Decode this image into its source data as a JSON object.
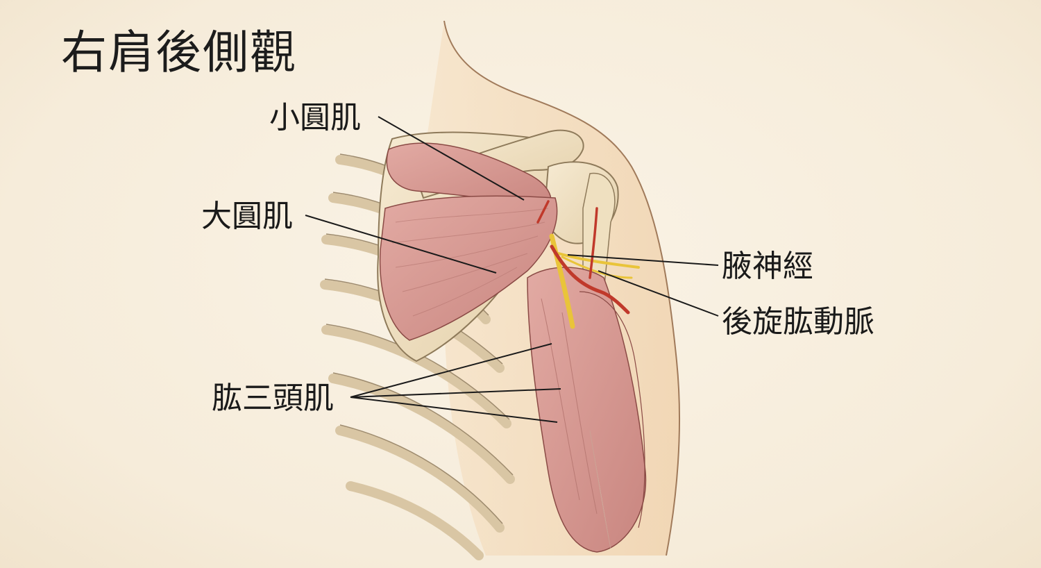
{
  "title": "右肩後側觀",
  "labels": {
    "teres_minor": "小圓肌",
    "teres_major": "大圓肌",
    "triceps": "肱三頭肌",
    "axillary_nerve": "腋神經",
    "posterior_circumflex_humeral_artery": "後旋肱動脈"
  },
  "colors": {
    "background": "#f7eedd",
    "skin": "#f2d9b8",
    "bone": "#efe0c0",
    "muscle": "#d99a94",
    "nerve": "#e9c43a",
    "artery": "#c0392b",
    "text": "#1a1a1a"
  }
}
